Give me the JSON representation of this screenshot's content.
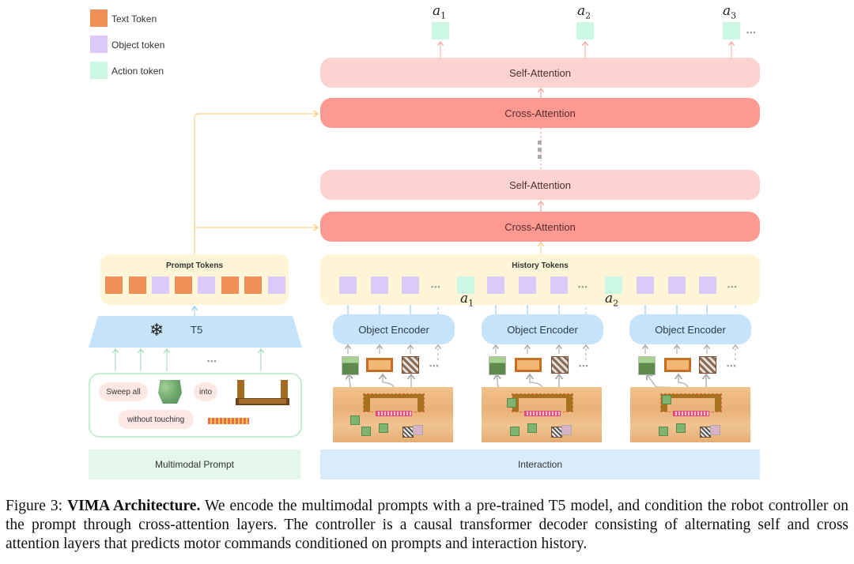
{
  "legend": [
    {
      "label": "Text Token",
      "color": "#ef9058"
    },
    {
      "label": "Object token",
      "color": "#dcc9fb"
    },
    {
      "label": "Action token",
      "color": "#ccf7e3"
    }
  ],
  "outputs": {
    "actions": [
      {
        "symbol": "a",
        "index": "1"
      },
      {
        "symbol": "a",
        "index": "2"
      },
      {
        "symbol": "a",
        "index": "3"
      }
    ],
    "ellipsis": "▪▪▪"
  },
  "decoder": {
    "layers": [
      {
        "type": "self",
        "label": "Self-Attention"
      },
      {
        "type": "cross",
        "label": "Cross-Attention"
      },
      {
        "type": "self",
        "label": "Self-Attention"
      },
      {
        "type": "cross",
        "label": "Cross-Attention"
      }
    ],
    "vertical_ellipsis": "⋮"
  },
  "prompt": {
    "panel_title": "Prompt Tokens",
    "tokens": [
      "text",
      "text",
      "object",
      "text",
      "object",
      "text",
      "text",
      "object"
    ],
    "encoder_label": "T5",
    "encoder_icon": "snowflake-icon",
    "snowflake_glyph": "❄",
    "ellipsis": "▪▪▪",
    "words": [
      "Sweep all",
      "into",
      "without touching"
    ],
    "footer": "Multimodal Prompt"
  },
  "history": {
    "panel_title": "History Tokens",
    "action_labels": [
      {
        "symbol": "a",
        "index": "1"
      },
      {
        "symbol": "a",
        "index": "2"
      }
    ],
    "encoder_label": "Object Encoder",
    "ellipsis": "▪▪▪",
    "footer": "Interaction"
  },
  "colors": {
    "self_attention": "#fdd3cf",
    "cross_attention": "#fc9a91",
    "prompt_panel": "#fdf5d6",
    "object_encoder": "#c5e3fa",
    "multimodal_footer": "#e3f7ea",
    "interaction_footer": "#d9ecfc"
  },
  "caption": {
    "label": "Figure 3:",
    "title": "VIMA Architecture.",
    "text": "We encode the multimodal prompts with a pre-trained T5 model, and condition the robot controller on the prompt through cross-attention layers. The controller is a causal transformer decoder consisting of alternating self and cross attention layers that predicts motor commands conditioned on prompts and interaction history."
  }
}
